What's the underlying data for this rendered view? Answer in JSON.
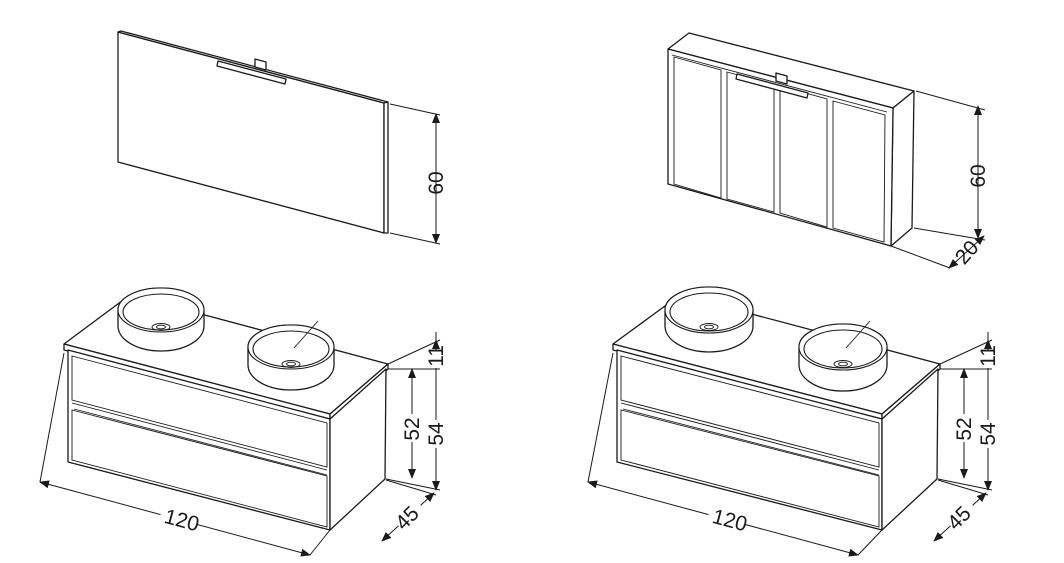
{
  "views": {
    "mirror": {
      "height_label": "60"
    },
    "mirror_cabinet": {
      "height_label": "60",
      "depth_label": "20"
    },
    "vanity_left": {
      "width_label": "120",
      "depth_label": "45",
      "top_label": "11",
      "cabinet_label": "52",
      "total_label": "54"
    },
    "vanity_right": {
      "width_label": "120",
      "depth_label": "45",
      "top_label": "11",
      "cabinet_label": "52",
      "total_label": "54"
    }
  },
  "colors": {
    "line": "#1a1a1a",
    "background": "#ffffff"
  }
}
